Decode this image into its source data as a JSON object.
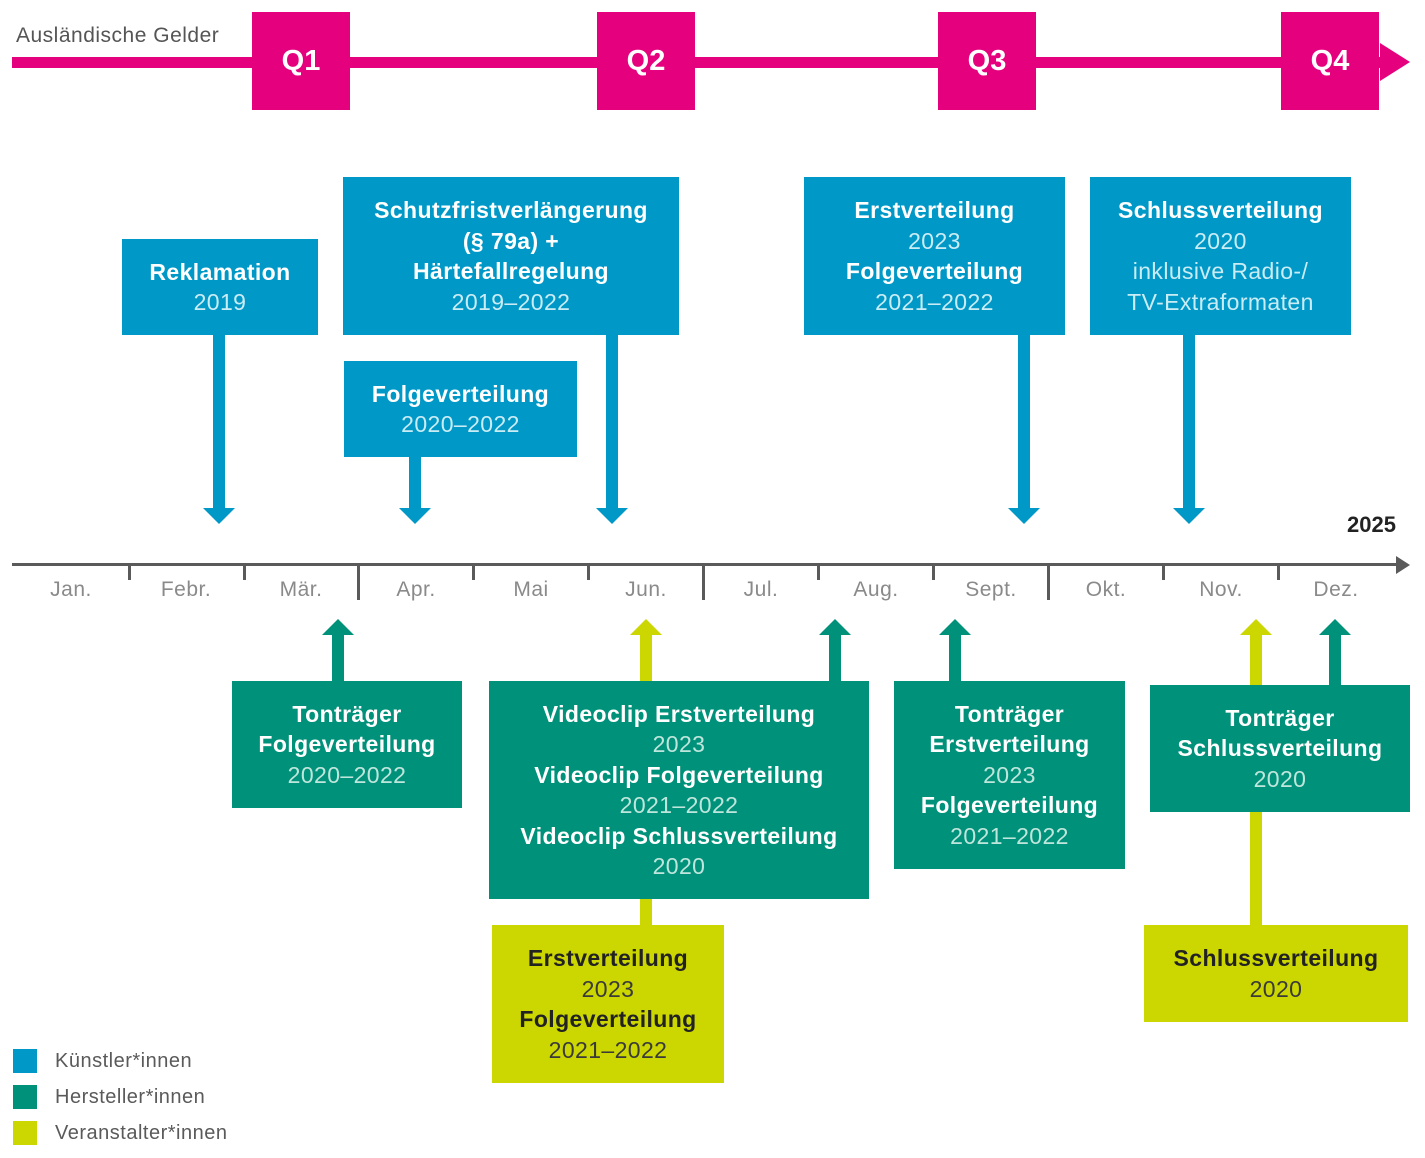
{
  "header": {
    "label": "Ausländische Gelder",
    "quarters": [
      "Q1",
      "Q2",
      "Q3",
      "Q4"
    ],
    "color": "#e5007d"
  },
  "axis": {
    "year": "2025",
    "months": [
      "Jan.",
      "Febr.",
      "Mär.",
      "Apr.",
      "Mai",
      "Jun.",
      "Jul.",
      "Aug.",
      "Sept.",
      "Okt.",
      "Nov.",
      "Dez."
    ]
  },
  "colors": {
    "artists": "#0098c6",
    "producers": "#00917a",
    "organizers": "#ccd600"
  },
  "above": {
    "reklamation": {
      "title": "Reklamation",
      "years": "2019"
    },
    "schutzfrist": {
      "line1": "Schutzfristverlängerung",
      "line2": "(§ 79a) +",
      "line3": "Härtefallregelung",
      "years": "2019–2022"
    },
    "folge_apr": {
      "title": "Folgeverteilung",
      "years": "2020–2022"
    },
    "erst_sept": {
      "title1": "Erstverteilung",
      "years1": "2023",
      "title2": "Folgeverteilung",
      "years2": "2021–2022"
    },
    "schluss_nov": {
      "title": "Schlussverteilung",
      "years": "2020",
      "note1": "inklusive Radio-/",
      "note2": "TV-Extraformaten"
    }
  },
  "below": {
    "tontraeger_maer": {
      "title1": "Tonträger",
      "title2": "Folgeverteilung",
      "years": "2020–2022"
    },
    "videoclip": {
      "t1": "Videoclip Erstverteilung",
      "y1": "2023",
      "t2": "Videoclip Folgeverteilung",
      "y2": "2021–2022",
      "t3": "Videoclip Schlussverteilung",
      "y3": "2020"
    },
    "tontraeger_sept": {
      "title1": "Tonträger",
      "title2": "Erstverteilung",
      "years1": "2023",
      "title3": "Folgeverteilung",
      "years2": "2021–2022"
    },
    "tontraeger_dez": {
      "title1": "Tonträger",
      "title2": "Schlussverteilung",
      "years": "2020"
    },
    "veranstalter_jun": {
      "title1": "Erstverteilung",
      "years1": "2023",
      "title2": "Folgeverteilung",
      "years2": "2021–2022"
    },
    "veranstalter_nov": {
      "title": "Schlussverteilung",
      "years": "2020"
    }
  },
  "legend": [
    "Künstler*innen",
    "Hersteller*innen",
    "Veranstalter*innen"
  ]
}
